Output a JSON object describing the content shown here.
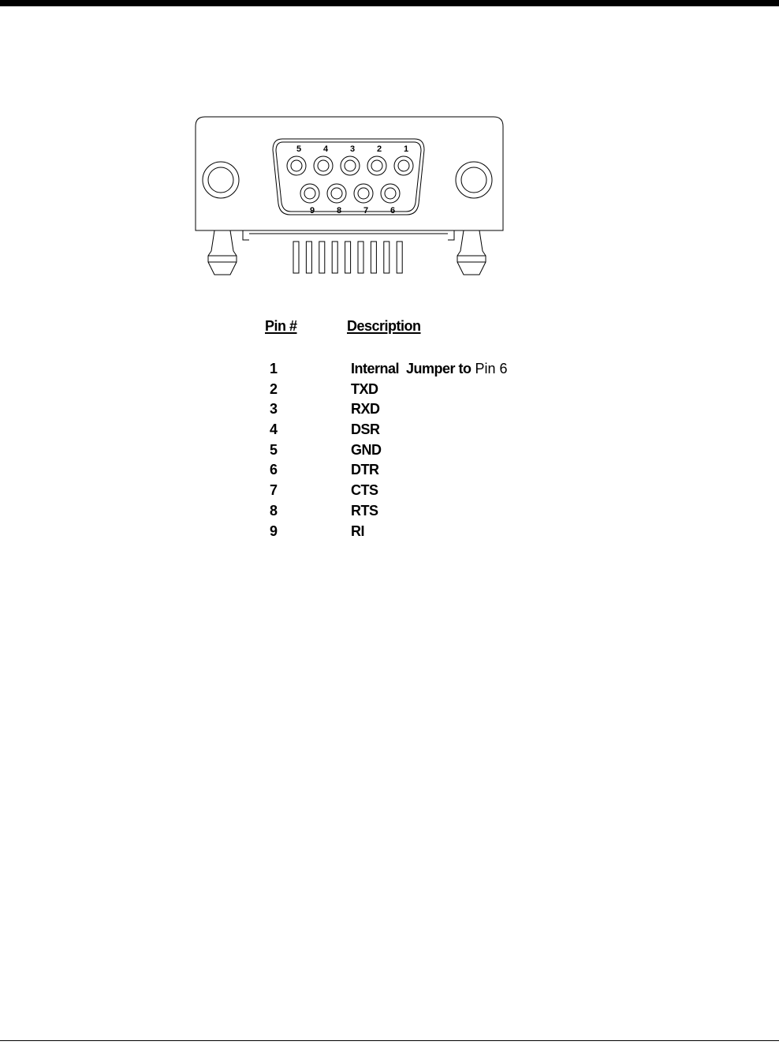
{
  "connector": {
    "top_row_labels": [
      "5",
      "4",
      "3",
      "2",
      "1"
    ],
    "bottom_row_labels": [
      "9",
      "8",
      "7",
      "6"
    ]
  },
  "pin_table": {
    "header_pin": "Pin #",
    "header_desc": "Description",
    "rows": [
      {
        "pin": "1",
        "desc": "Internal  Jumper to",
        "extra": " Pin 6"
      },
      {
        "pin": "2",
        "desc": "TXD",
        "extra": ""
      },
      {
        "pin": "3",
        "desc": "RXD",
        "extra": ""
      },
      {
        "pin": "4",
        "desc": "DSR",
        "extra": ""
      },
      {
        "pin": "5",
        "desc": "GND",
        "extra": ""
      },
      {
        "pin": "6",
        "desc": "DTR",
        "extra": ""
      },
      {
        "pin": "7",
        "desc": "CTS",
        "extra": ""
      },
      {
        "pin": "8",
        "desc": "RTS",
        "extra": ""
      },
      {
        "pin": "9",
        "desc": "RI",
        "extra": ""
      }
    ]
  }
}
